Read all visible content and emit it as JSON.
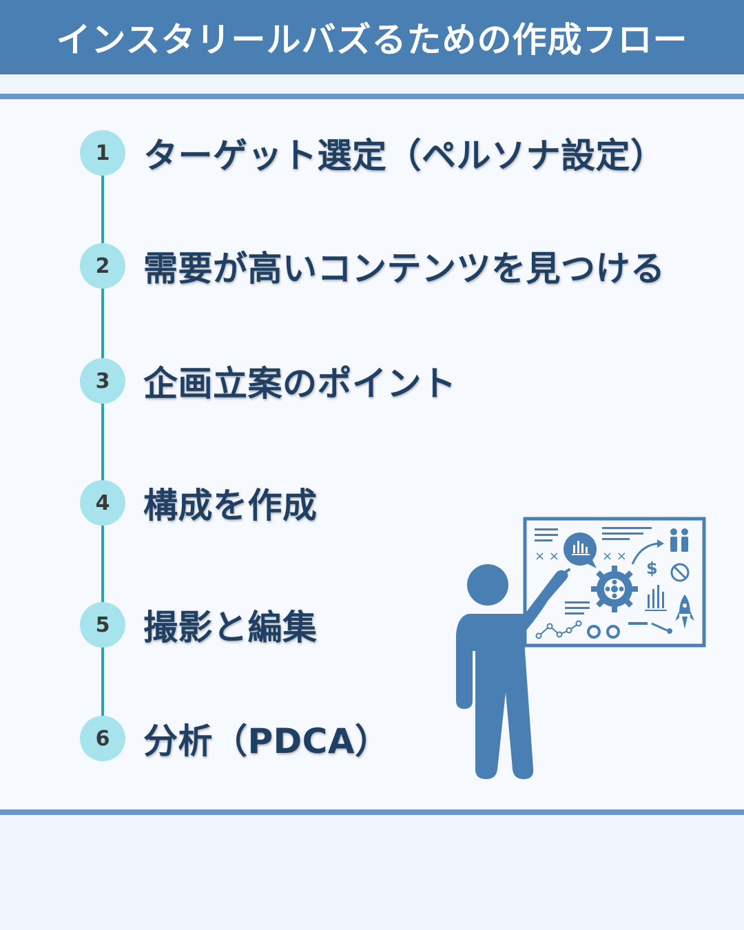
{
  "header": {
    "title": "インスタリールバズるための作成フロー"
  },
  "steps": [
    {
      "number": "1",
      "label": "ターゲット選定（ペルソナ設定）"
    },
    {
      "number": "2",
      "label": "需要が高いコンテンツを見つける"
    },
    {
      "number": "3",
      "label": "企画立案のポイント"
    },
    {
      "number": "4",
      "label": "構成を作成"
    },
    {
      "number": "5",
      "label": "撮影と編集"
    },
    {
      "number": "6",
      "label": "分析（PDCA）"
    }
  ],
  "colors": {
    "header_bg": "#4a7fb3",
    "accent_rule": "#6a96cf",
    "step_circle": "#a6e3ec",
    "timeline": "#2f9fb8",
    "label_text": "#1f3f63",
    "illustration": "#4a7fb3"
  },
  "illustration": {
    "icon": "presenter-whiteboard-icon"
  }
}
